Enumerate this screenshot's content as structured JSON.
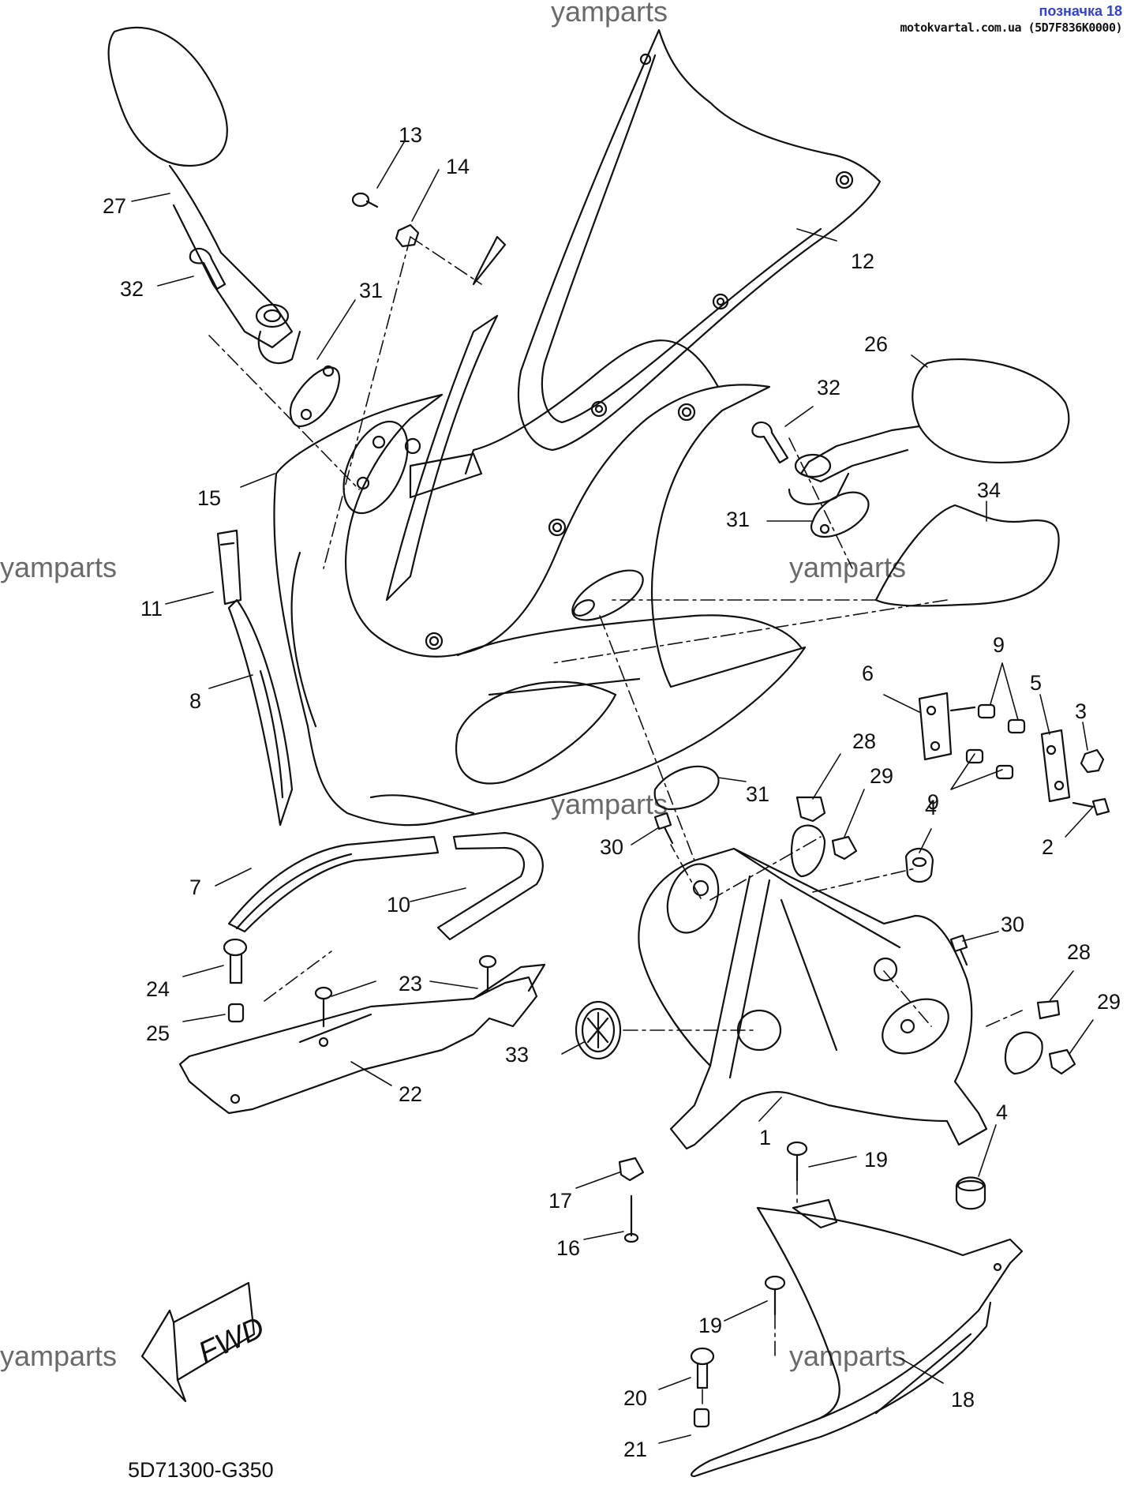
{
  "header": {
    "label": "позначка 18",
    "source": "motokvartal.com.ua (5D7F836K0000)"
  },
  "watermark": "yamparts",
  "diagram_code": "5D71300-G350",
  "fwd_label": "FWD",
  "callouts": [
    "1",
    "2",
    "3",
    "4",
    "4",
    "5",
    "6",
    "7",
    "8",
    "9",
    "9",
    "10",
    "11",
    "12",
    "13",
    "14",
    "15",
    "16",
    "17",
    "18",
    "19",
    "19",
    "20",
    "21",
    "22",
    "23",
    "23",
    "24",
    "25",
    "26",
    "27",
    "28",
    "28",
    "29",
    "29",
    "30",
    "30",
    "31",
    "31",
    "31",
    "32",
    "32",
    "33",
    "34"
  ],
  "icons": {
    "fwd_arrow": "arrow-left-icon",
    "emblem": "tuning-fork-emblem-icon"
  }
}
